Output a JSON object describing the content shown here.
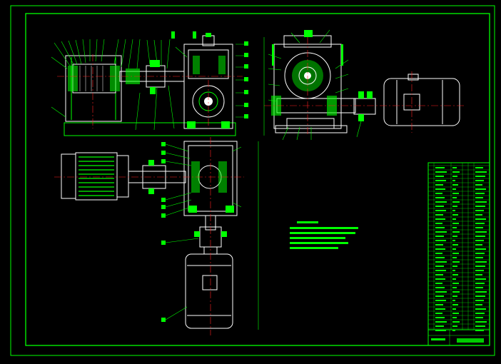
{
  "colors": {
    "background": "#000000",
    "frame": "#00ff00",
    "geometry": "#ffffff",
    "hatch": "#00ff00",
    "fill": "#00ff00",
    "centerline": "#ff2020",
    "accent": "#ffff00"
  },
  "drawing": {
    "views": [
      "front-view-winch-assembly",
      "side-view-gearbox-motor",
      "top-view-drum-gearbox-motor"
    ],
    "notes_block": "technical-requirements-text-bars",
    "table": "parts-list-and-title-block"
  }
}
